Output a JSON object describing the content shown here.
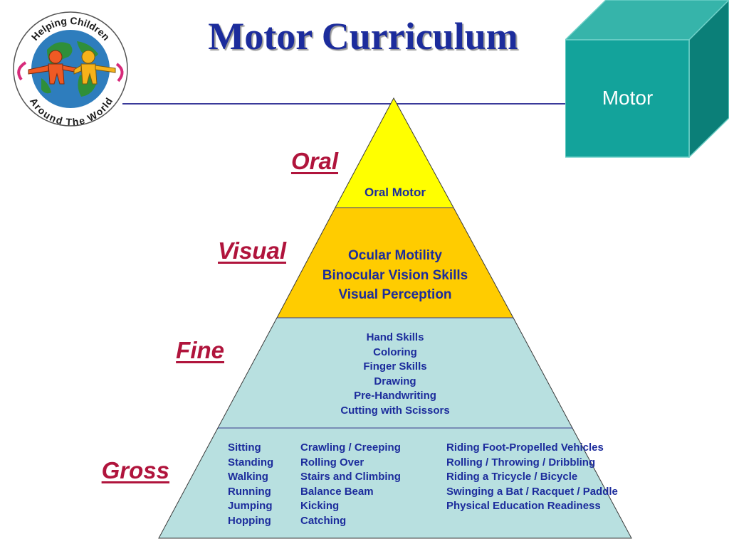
{
  "title": "Motor Curriculum",
  "cube_label": "Motor",
  "logo": {
    "top_text": "Helping Children",
    "bottom_text": "Around The World"
  },
  "levels": {
    "oral": "Oral",
    "visual": "Visual",
    "fine": "Fine",
    "gross": "Gross"
  },
  "tiers": {
    "oral": [
      "Oral Motor"
    ],
    "visual": [
      "Ocular Motility",
      "Binocular Vision Skills",
      "Visual Perception"
    ],
    "fine": [
      "Hand Skills",
      "Coloring",
      "Finger Skills",
      "Drawing",
      "Pre-Handwriting",
      "Cutting with Scissors"
    ],
    "gross": {
      "col1": [
        "Sitting",
        "Standing",
        "Walking",
        "Running",
        "Jumping",
        "Hopping"
      ],
      "col2": [
        "Crawling / Creeping",
        "Rolling Over",
        "Stairs and Climbing",
        "Balance Beam",
        "Kicking",
        "Catching"
      ],
      "col3": [
        "Riding Foot-Propelled Vehicles",
        "Rolling / Throwing / Dribbling",
        "Riding a Tricycle / Bicycle",
        "Swinging a Bat / Racquet / Paddle",
        "Physical Education Readiness"
      ]
    }
  },
  "colors": {
    "title": "#1c2c9c",
    "level_label": "#b0143c",
    "tier_text": "#1c2c9c",
    "oral_fill": "#ffff00",
    "visual_fill": "#ffcc00",
    "fine_gross_fill": "#b8e0e0",
    "cube_front": "#13a39b",
    "cube_top": "#36b4aa",
    "cube_side": "#0b7f78"
  }
}
